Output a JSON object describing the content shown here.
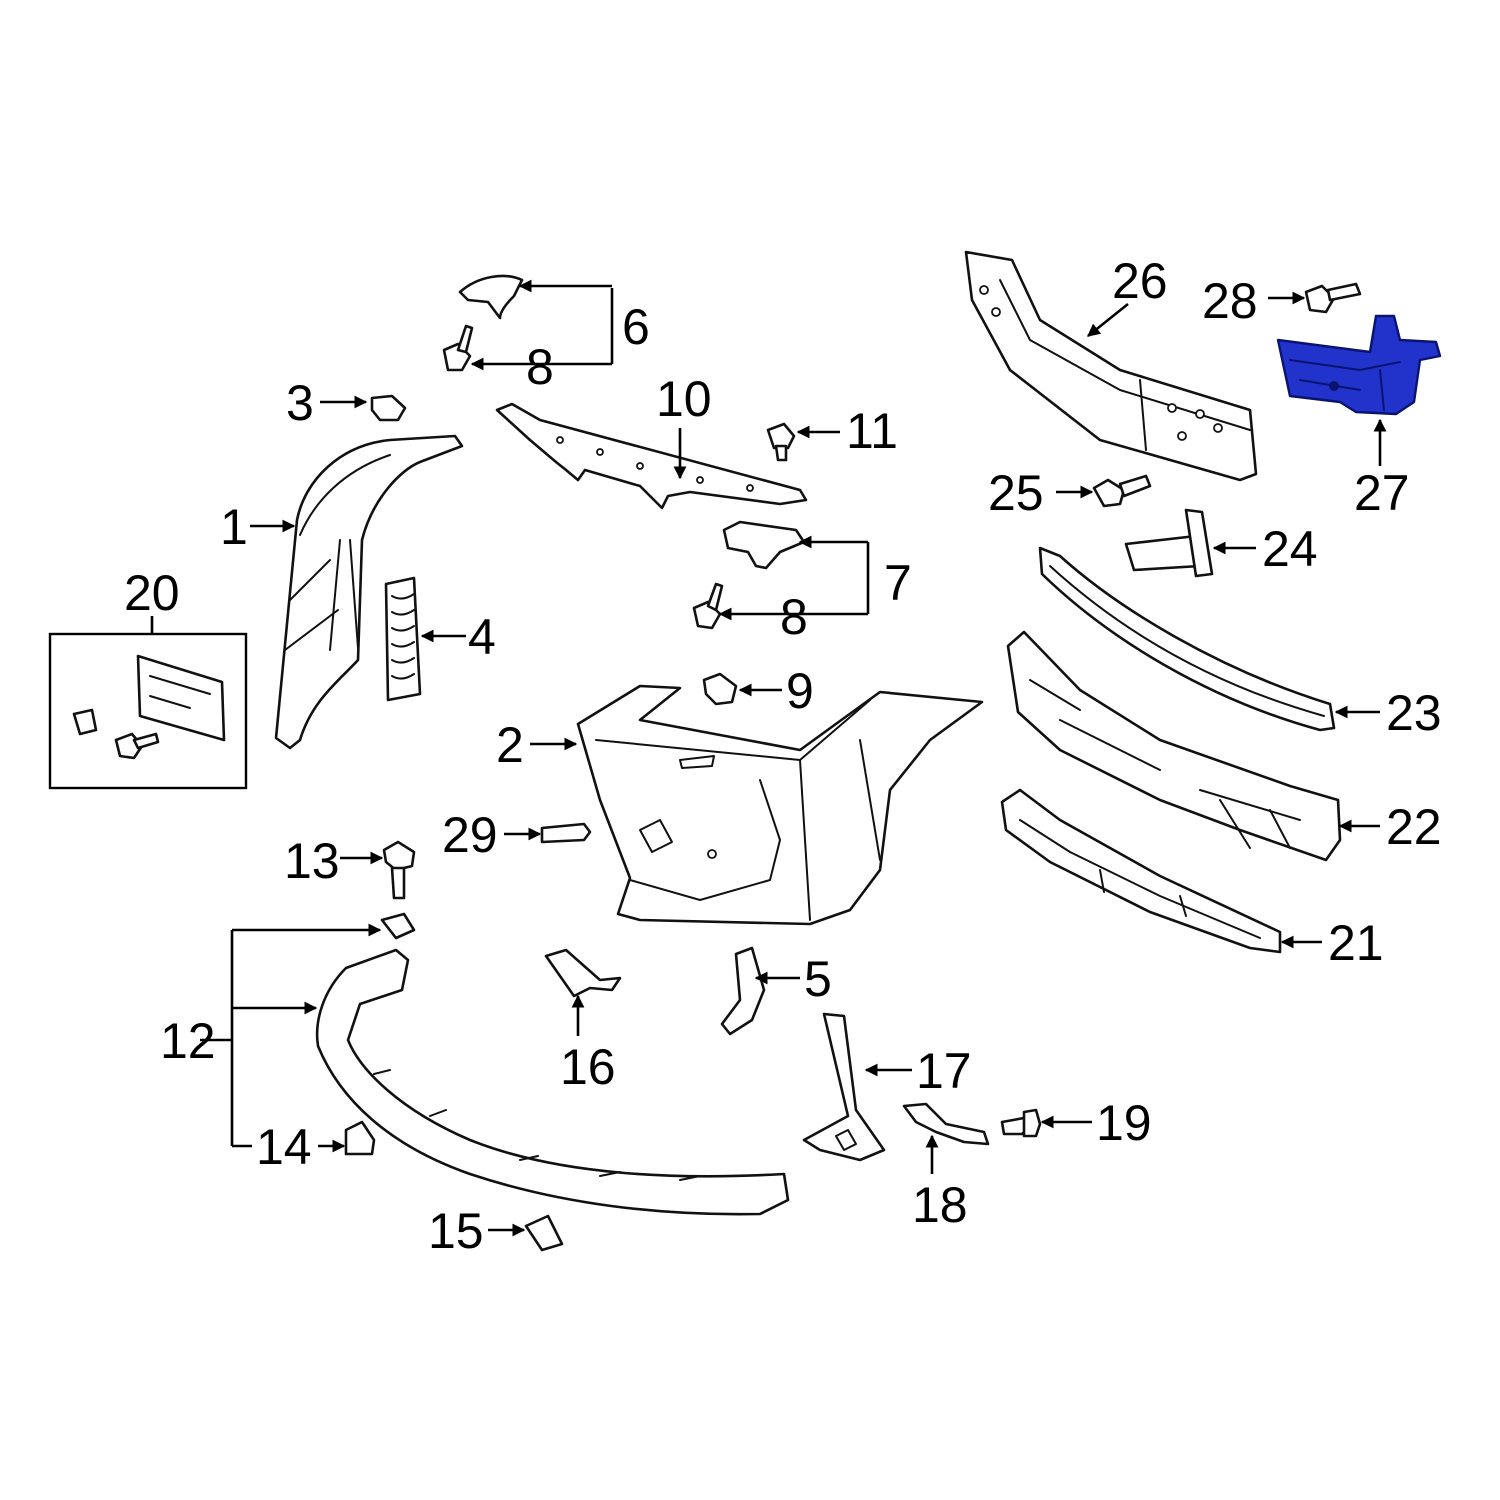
{
  "diagram": {
    "highlight_color": "#2233cc",
    "highlighted_part": "27",
    "callouts": [
      "1",
      "2",
      "3",
      "4",
      "5",
      "6",
      "7",
      "8",
      "8",
      "9",
      "10",
      "11",
      "12",
      "13",
      "14",
      "15",
      "16",
      "17",
      "18",
      "19",
      "20",
      "21",
      "22",
      "23",
      "24",
      "25",
      "26",
      "27",
      "28",
      "29"
    ]
  }
}
